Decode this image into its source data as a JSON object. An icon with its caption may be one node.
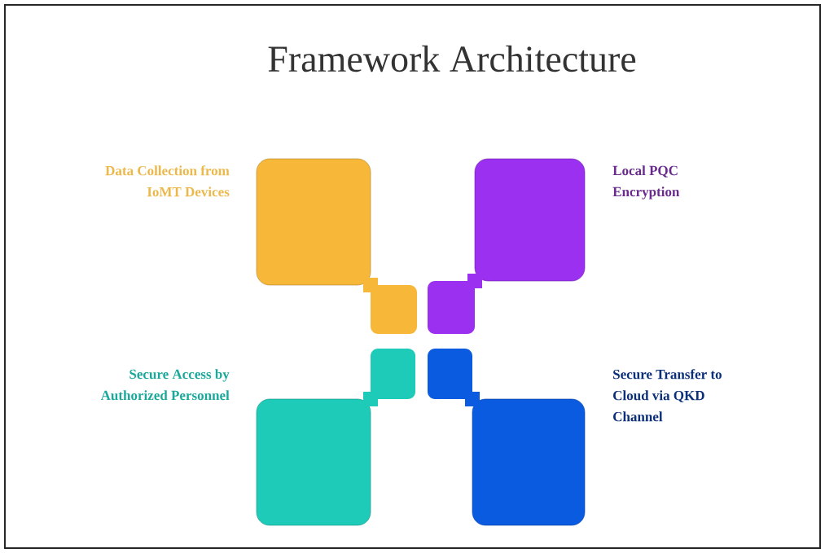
{
  "diagram": {
    "title": "Framework Architecture",
    "nodes": [
      {
        "text": [],
        "shape": "box",
        "beside": [
          "Data Collection from IoMT Devices"
        ]
      },
      {
        "text": [],
        "shape": "box",
        "beside": [
          "Local PQC Encryption"
        ]
      },
      {
        "text": [],
        "shape": "box",
        "beside": [
          "Secure Access by Authorized Personnel"
        ]
      },
      {
        "text": [],
        "shape": "box",
        "beside": [
          "Secure Transfer to Cloud via QKD Channel"
        ]
      }
    ]
  }
}
